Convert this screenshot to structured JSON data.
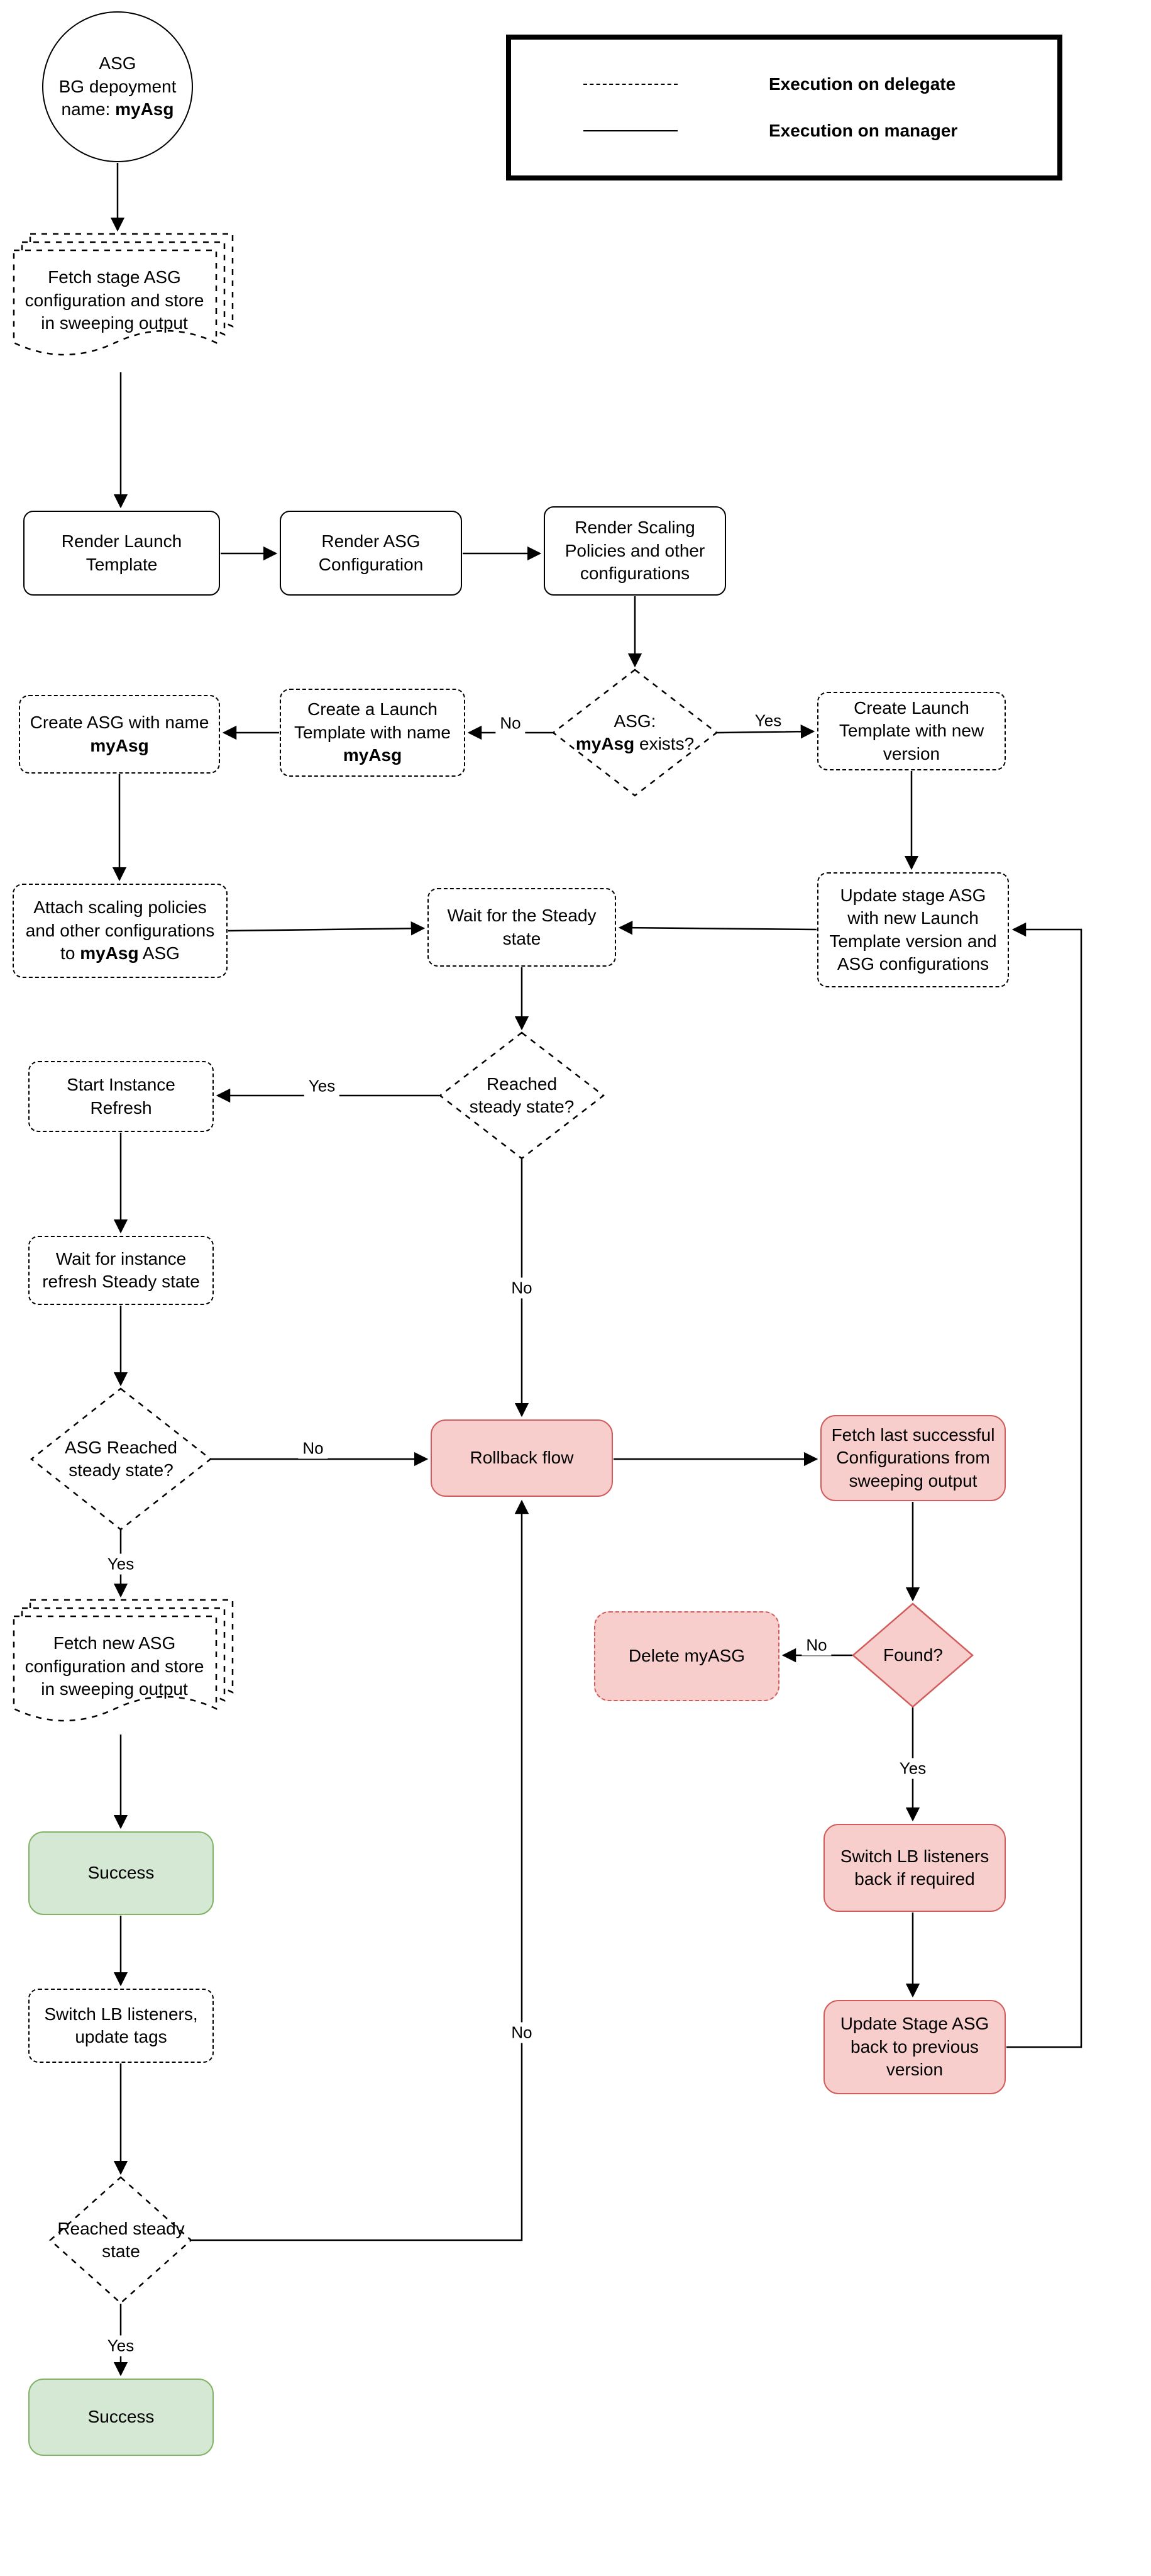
{
  "legend": {
    "delegate": "Execution on delegate",
    "manager": "Execution on manager"
  },
  "nodes": {
    "start": {
      "l1": "ASG",
      "l2": "BG depoyment",
      "l3": "name: ",
      "l3b": "myAsg"
    },
    "fetch_stage": "Fetch stage ASG configuration and store in sweeping output",
    "render_launch": "Render Launch Template",
    "render_asg": "Render ASG Configuration",
    "render_scaling": "Render Scaling Policies and other configurations",
    "asg_exists": {
      "t1": "ASG:",
      "b1": "myAsg",
      "t2": " exists?"
    },
    "create_launch_template": {
      "t1": "Create a Launch Template with name ",
      "b1": "myAsg"
    },
    "create_asg": {
      "t1": "Create ASG with name ",
      "b1": "myAsg"
    },
    "create_lt_new_version": "Create Launch Template with new version",
    "attach_policies": {
      "t1": "Attach scaling policies and other configurations to ",
      "b1": "myAsg",
      "t2": " ASG"
    },
    "wait_steady": "Wait for the Steady state",
    "update_stage_asg": "Update stage ASG with new Launch Template version and ASG configurations",
    "reached_steady_1": "Reached steady state?",
    "start_instance_refresh": "Start Instance Refresh",
    "wait_instance_refresh": "Wait for instance refresh Steady state",
    "asg_reached_steady": "ASG Reached steady state?",
    "rollback": "Rollback flow",
    "fetch_last_success": "Fetch last successful Configurations from sweeping output",
    "found": "Found?",
    "delete_myasg": "Delete myASG",
    "switch_lb_back": "Switch LB listeners back if required",
    "update_stage_back": "Update Stage ASG back to previous version",
    "fetch_new_asg": "Fetch new ASG configuration and store in sweeping output",
    "success_1": "Success",
    "switch_lb_update_tags": "Switch LB listeners, update tags",
    "reached_steady_2": "Reached steady state",
    "success_2": "Success"
  },
  "edge_labels": {
    "no_exists": "No",
    "yes_exists": "Yes",
    "yes_steady1": "Yes",
    "no_steady1": "No",
    "no_asg_steady": "No",
    "yes_asg_steady": "Yes",
    "no_found": "No",
    "yes_found": "Yes",
    "yes_steady2": "Yes",
    "no_steady2": "No"
  },
  "colors": {
    "danger_fill": "#f8cecc",
    "danger_stroke": "#d05c5c",
    "success_fill": "#d5e8d4",
    "success_stroke": "#82b366",
    "line": "#000000"
  }
}
